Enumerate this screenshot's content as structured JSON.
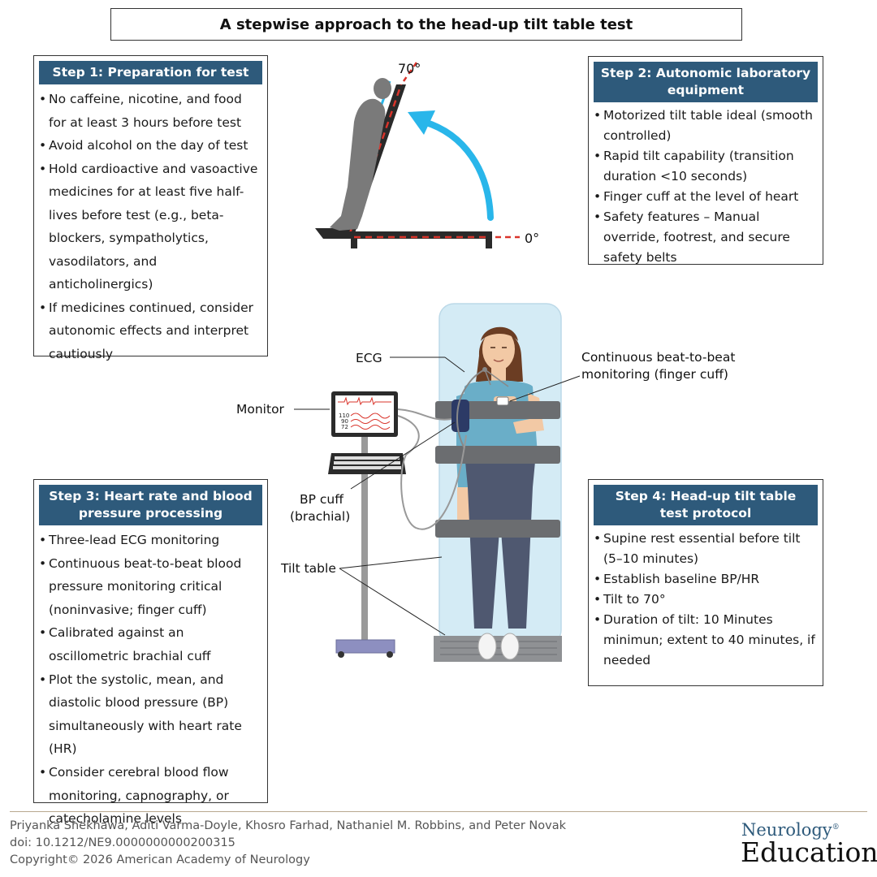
{
  "title": "A stepwise approach to the head-up tilt table test",
  "step1": {
    "header": "Step 1: Preparation for test",
    "items": [
      "No caffeine, nicotine, and food for at least 3 hours before test",
      "Avoid alcohol on the day of test",
      "Hold cardioactive and vasoactive medicines for at least five half-lives before test (e.g., beta-blockers, sympatholytics, vasodilators, and anticholinergics)",
      "If medicines continued, consider autonomic effects and interpret cautiously"
    ]
  },
  "step2": {
    "header": "Step 2: Autonomic laboratory equipment",
    "items": [
      "Motorized tilt table ideal (smooth controlled)",
      "Rapid tilt capability (transition duration <10 seconds)",
      "Finger cuff at the level of heart",
      "Safety features – Manual override, footrest, and secure safety belts"
    ]
  },
  "step3": {
    "header": "Step 3: Heart rate and blood pressure processing",
    "items": [
      "Three-lead ECG monitoring",
      "Continuous beat-to-beat blood pressure monitoring critical (noninvasive; finger cuff)",
      "Calibrated against an oscillometric brachial cuff",
      "Plot the systolic, mean, and diastolic blood pressure (BP) simultaneously with heart rate (HR)",
      "Consider cerebral blood flow monitoring, capnography, or catecholamine levels"
    ]
  },
  "step4": {
    "header": "Step 4: Head-up tilt table test protocol",
    "items": [
      "Supine rest essential before tilt (5–10 minutes)",
      "Establish baseline BP/HR",
      "Tilt to 70°",
      "Duration of tilt: 10 Minutes minimun; extent to 40 minutes, if needed"
    ]
  },
  "diagram": {
    "angle_top": "70°",
    "angle_bottom": "0°",
    "label_ecg": "ECG",
    "label_finger_cuff_1": "Continuous beat-to-beat",
    "label_finger_cuff_2": "monitoring (finger cuff)",
    "label_monitor": "Monitor",
    "label_bp_cuff_1": "BP cuff",
    "label_bp_cuff_2": "(brachial)",
    "label_tilt_table": "Tilt table",
    "monitor_values": [
      "110",
      "90",
      "72"
    ]
  },
  "footer": {
    "authors": "Priyanka Shekhawa, Aditi Varma-Doyle, Khosro Farhad, Nathaniel M. Robbins, and Peter Novak",
    "doi": "doi: 10.1212/NE9.0000000000200315",
    "copyright": "Copyright© 2026 American Academy of Neurology"
  },
  "logo": {
    "top": "Neurology",
    "mark": "®",
    "bottom": "Education"
  },
  "colors": {
    "header_blue": "#2e5a7b",
    "arrow_blue": "#29b6ea",
    "dash_red": "#d9342b",
    "table_light": "#d4ebf5",
    "shirt": "#6aaec8",
    "pants": "#4f5870",
    "strap": "#6b6d70"
  }
}
